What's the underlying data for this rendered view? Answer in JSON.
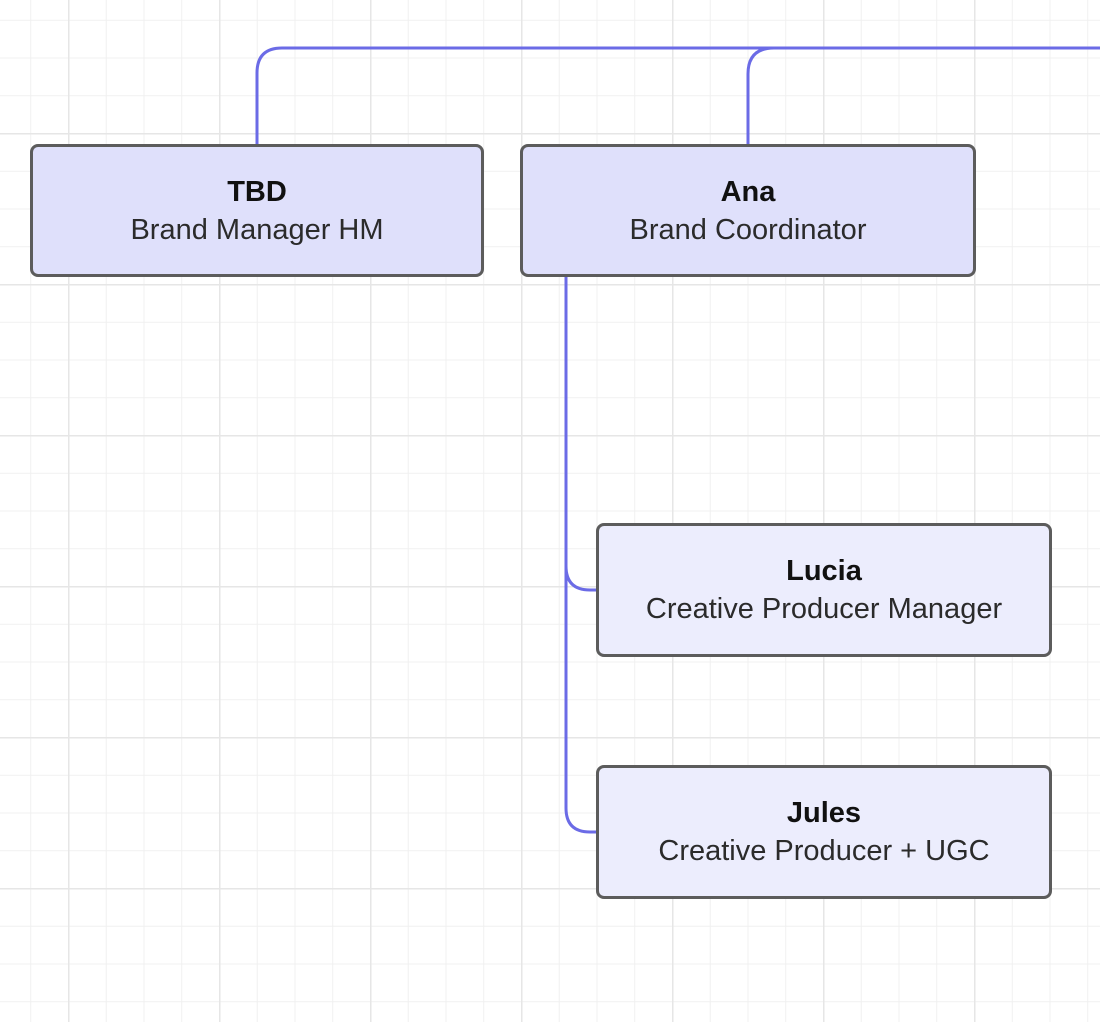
{
  "diagram": {
    "connector_color": "#6b6be6",
    "box_border_color": "#5c5c5c",
    "nodes": {
      "tbd": {
        "name": "TBD",
        "title": "Brand Manager HM",
        "fill": "#dfe0fb"
      },
      "ana": {
        "name": "Ana",
        "title": "Brand Coordinator",
        "fill": "#dfe0fb"
      },
      "lucia": {
        "name": "Lucia",
        "title": "Creative Producer Manager",
        "fill": "#ecedfd"
      },
      "jules": {
        "name": "Jules",
        "title": "Creative Producer + UGC",
        "fill": "#ecedfd"
      }
    },
    "edges": [
      {
        "from": "parent-offscreen",
        "to": "tbd"
      },
      {
        "from": "parent-offscreen",
        "to": "ana"
      },
      {
        "from": "ana",
        "to": "lucia"
      },
      {
        "from": "ana",
        "to": "jules"
      }
    ]
  }
}
